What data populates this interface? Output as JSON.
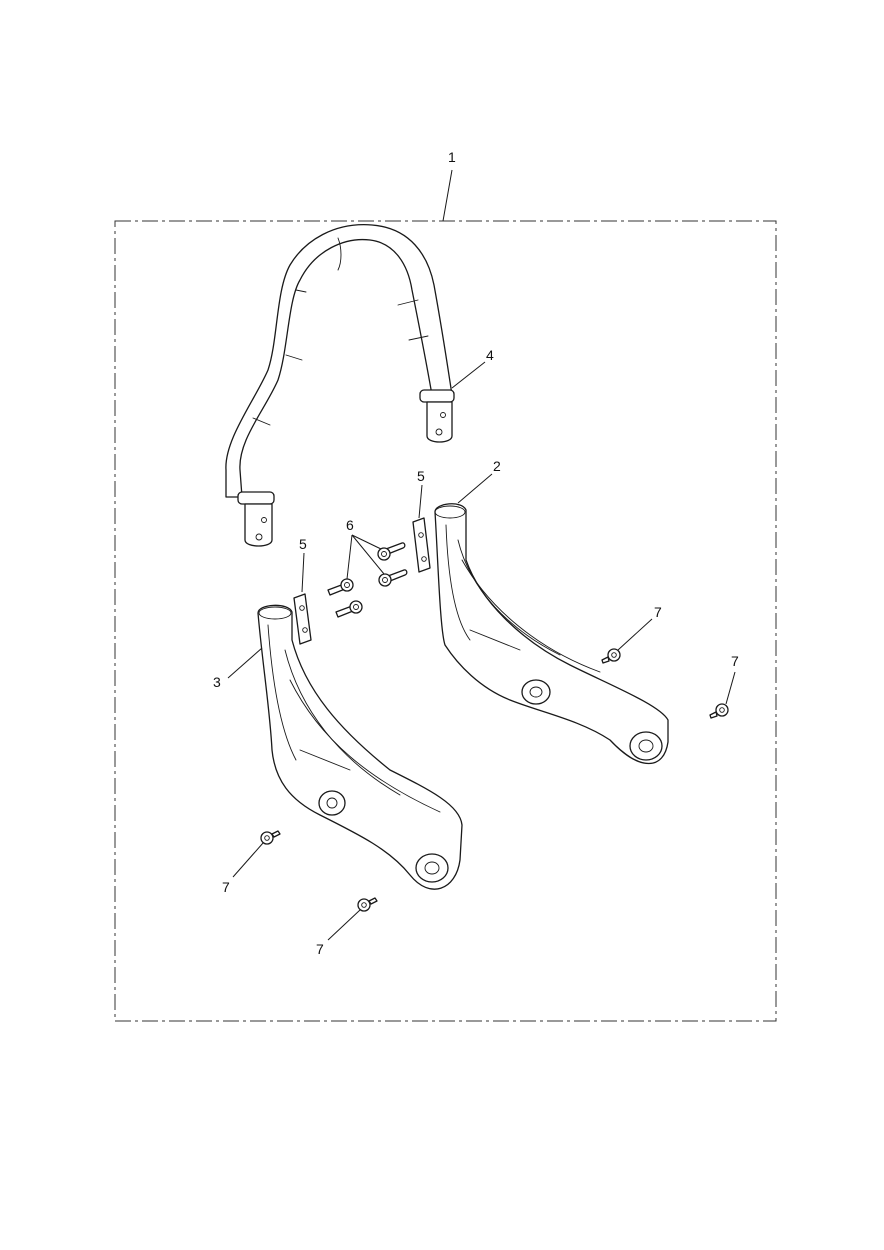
{
  "callouts": {
    "kit": "1",
    "right_bracket": "2",
    "left_bracket": "3",
    "backrest_hoop": "4",
    "clamp_plate_right": "5",
    "clamp_plate_left": "5",
    "bolts": "6",
    "screw_a": "7",
    "screw_b": "7",
    "screw_c": "7",
    "screw_d": "7"
  }
}
